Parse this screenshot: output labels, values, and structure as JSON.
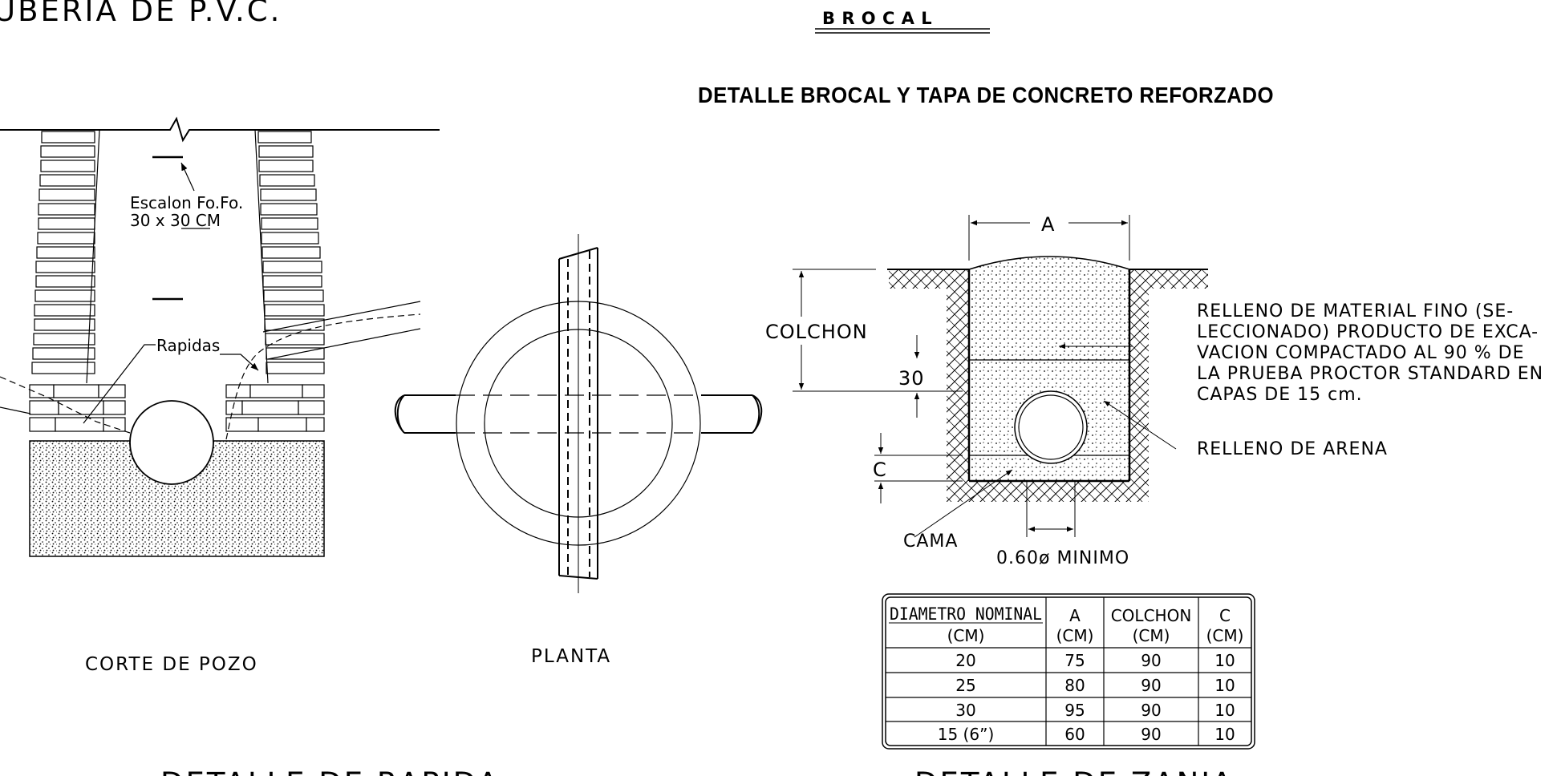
{
  "texts": {
    "top_left_title": "UBERIA  DE  P.V.C.",
    "brocal_title": "B R O C A L",
    "detalle_brocal": "DETALLE BROCAL Y TAPA DE CONCRETO REFORZADO",
    "escalon_line1": "Escalon  Fo.Fo.",
    "escalon_line2": "30 x 30 CM",
    "rapidas": "Rapidas",
    "corte_de_pozo": "CORTE  DE  POZO",
    "planta": "PLANTA",
    "dim_a": "A",
    "colchon": "COLCHON",
    "dim_30": "30",
    "dim_c": "C",
    "cama": "CAMA",
    "minimo": "0.60ø  MINIMO",
    "relleno_arena": "RELLENO  DE  ARENA",
    "relleno_fino": [
      "RELLENO DE MATERIAL FINO (SE-",
      "LECCIONADO) PRODUCTO DE EXCA-",
      "VACION COMPACTADO AL 90 % DE",
      "LA PRUEBA PROCTOR STANDARD EN",
      "CAPAS DE 15 cm."
    ],
    "bottom_left_cut": "DETALLE  DE  RAPIDA",
    "bottom_right_cut": "DETALLE  DE  ZANJA"
  },
  "table": {
    "headers": [
      "DIAMETRO NOMINAL",
      "A",
      "COLCHON",
      "C"
    ],
    "units": [
      "(CM)",
      "(CM)",
      "(CM)",
      "(CM)"
    ],
    "rows": [
      [
        "20",
        "75",
        "90",
        "10"
      ],
      [
        "25",
        "80",
        "90",
        "10"
      ],
      [
        "30",
        "95",
        "90",
        "10"
      ],
      [
        "15 (6”)",
        "60",
        "90",
        "10"
      ]
    ]
  }
}
